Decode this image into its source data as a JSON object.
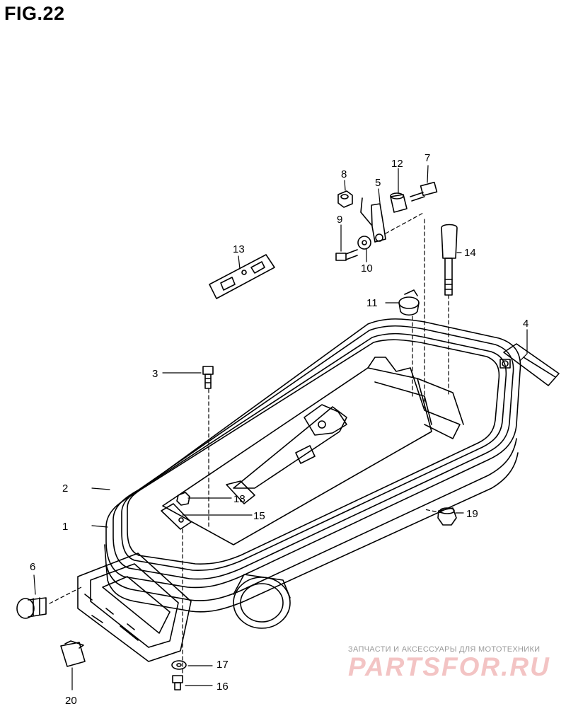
{
  "figure": {
    "title": "FIG.22"
  },
  "parts": [
    {
      "id": "1",
      "label": "1"
    },
    {
      "id": "2",
      "label": "2"
    },
    {
      "id": "3",
      "label": "3"
    },
    {
      "id": "4",
      "label": "4"
    },
    {
      "id": "5",
      "label": "5"
    },
    {
      "id": "6",
      "label": "6"
    },
    {
      "id": "7",
      "label": "7"
    },
    {
      "id": "8",
      "label": "8"
    },
    {
      "id": "9",
      "label": "9"
    },
    {
      "id": "10",
      "label": "10"
    },
    {
      "id": "11",
      "label": "11"
    },
    {
      "id": "12",
      "label": "12"
    },
    {
      "id": "13",
      "label": "13"
    },
    {
      "id": "14",
      "label": "14"
    },
    {
      "id": "15",
      "label": "15"
    },
    {
      "id": "16",
      "label": "16"
    },
    {
      "id": "17",
      "label": "17"
    },
    {
      "id": "18",
      "label": "18"
    },
    {
      "id": "19",
      "label": "19"
    },
    {
      "id": "20",
      "label": "20"
    }
  ],
  "watermark": {
    "tagline": "ЗАПЧАСТИ И АКСЕССУАРЫ ДЛЯ МОТОТЕХНИКИ",
    "brand": "PARTSFOR.RU",
    "color": "#f3c4c4"
  }
}
